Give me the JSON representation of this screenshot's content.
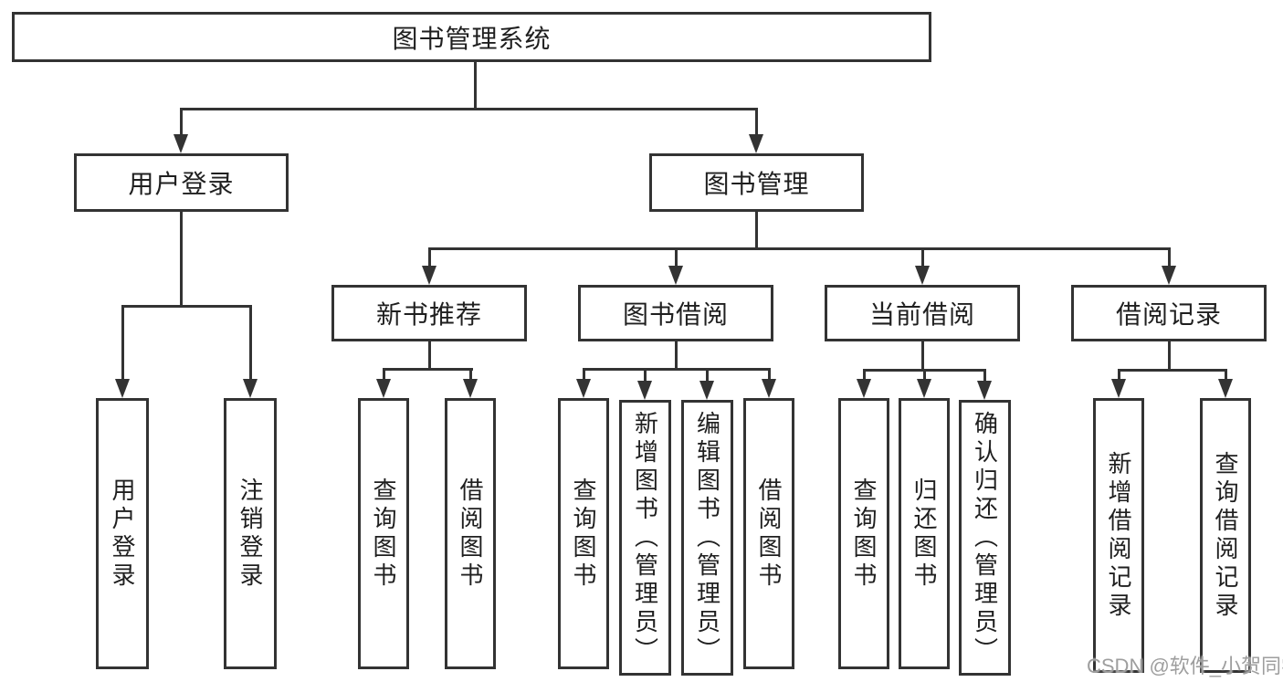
{
  "colors": {
    "line": "#333333",
    "box_border": "#333333",
    "text": "#1f1f1f",
    "watermark": "#9e9e9e",
    "background": "#ffffff"
  },
  "diagram": {
    "root": {
      "label": "图书管理系统"
    },
    "branches": [
      {
        "label": "用户登录",
        "children": [
          {
            "label": "用户登录"
          },
          {
            "label": "注销登录"
          }
        ]
      },
      {
        "label": "图书管理",
        "children": [
          {
            "label": "新书推荐",
            "children": [
              {
                "label": "查询图书"
              },
              {
                "label": "借阅图书"
              }
            ]
          },
          {
            "label": "图书借阅",
            "children": [
              {
                "label": "查询图书"
              },
              {
                "label": "新增图书（管理员）"
              },
              {
                "label": "编辑图书（管理员）"
              },
              {
                "label": "借阅图书"
              }
            ]
          },
          {
            "label": "当前借阅",
            "children": [
              {
                "label": "查询图书"
              },
              {
                "label": "归还图书"
              },
              {
                "label": "确认归还（管理员）"
              }
            ]
          },
          {
            "label": "借阅记录",
            "children": [
              {
                "label": "新增借阅记录"
              },
              {
                "label": "查询借阅记录"
              }
            ]
          }
        ]
      }
    ]
  },
  "watermark": {
    "text": "CSDN @软件_小贺同学"
  }
}
